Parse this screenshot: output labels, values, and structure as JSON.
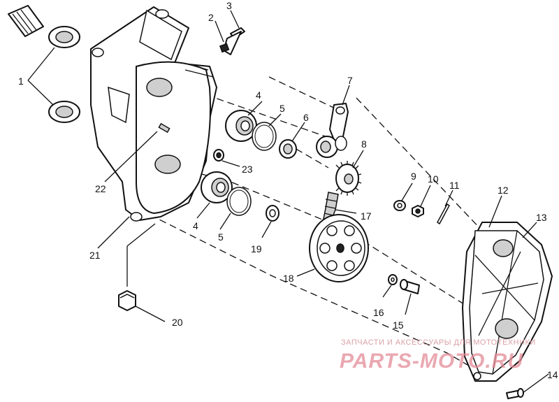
{
  "callouts": [
    {
      "id": "1",
      "text": "1"
    },
    {
      "id": "2",
      "text": "2"
    },
    {
      "id": "3",
      "text": "3"
    },
    {
      "id": "4a",
      "text": "4"
    },
    {
      "id": "5a",
      "text": "5"
    },
    {
      "id": "6",
      "text": "6"
    },
    {
      "id": "7",
      "text": "7"
    },
    {
      "id": "8",
      "text": "8"
    },
    {
      "id": "9",
      "text": "9"
    },
    {
      "id": "10",
      "text": "10"
    },
    {
      "id": "11",
      "text": "11"
    },
    {
      "id": "12",
      "text": "12"
    },
    {
      "id": "13",
      "text": "13"
    },
    {
      "id": "14",
      "text": "14"
    },
    {
      "id": "15",
      "text": "15"
    },
    {
      "id": "16",
      "text": "16"
    },
    {
      "id": "17",
      "text": "17"
    },
    {
      "id": "18",
      "text": "18"
    },
    {
      "id": "19",
      "text": "19"
    },
    {
      "id": "20",
      "text": "20"
    },
    {
      "id": "21",
      "text": "21"
    },
    {
      "id": "22",
      "text": "22"
    },
    {
      "id": "23",
      "text": "23"
    },
    {
      "id": "4b",
      "text": "4"
    },
    {
      "id": "5b",
      "text": "5"
    }
  ],
  "watermark": {
    "line1": "ЗАПЧАСТИ И АКСЕССУАРЫ ДЛЯ МОТОТЕХНИКИ",
    "line2": "PARTS-MOTO.RU"
  }
}
